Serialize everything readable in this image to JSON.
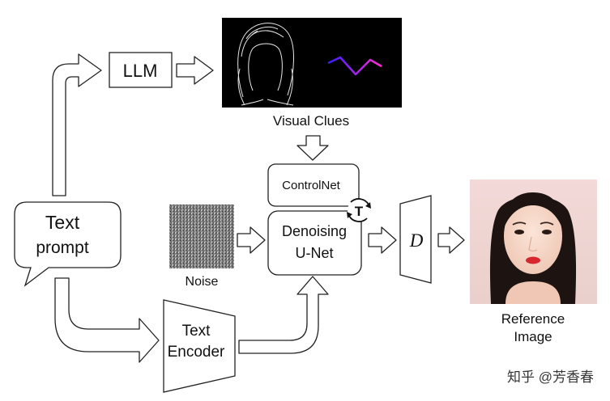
{
  "llm": {
    "label": "LLM"
  },
  "visual_clues": {
    "label": "Visual Clues"
  },
  "controlnet": {
    "label": "ControlNet"
  },
  "timestep": {
    "symbol": "T"
  },
  "unet": {
    "line1": "Denoising",
    "line2": "U-Net"
  },
  "decoder": {
    "label": "D"
  },
  "text_prompt": {
    "line1": "Text",
    "line2": "prompt"
  },
  "noise": {
    "label": "Noise"
  },
  "text_encoder": {
    "line1": "Text",
    "line2": "Encoder"
  },
  "reference_image": {
    "line1": "Reference",
    "line2": "Image"
  },
  "watermark": {
    "text": "知乎 @芳香春"
  },
  "colors": {
    "pose_start": "#3a1cff",
    "pose_end": "#ff2bd4",
    "lips": "#d8262e"
  }
}
